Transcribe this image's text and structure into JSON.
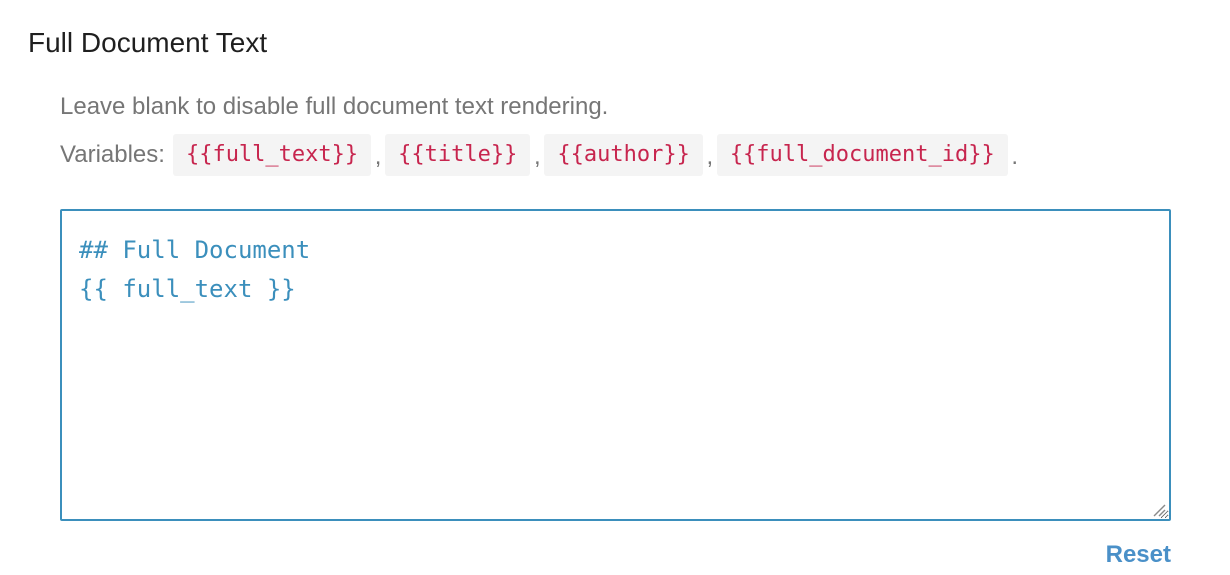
{
  "section": {
    "title": "Full Document Text",
    "help_text": "Leave blank to disable full document text rendering."
  },
  "variables": {
    "label": "Variables:",
    "items": [
      "{{full_text}}",
      "{{title}}",
      "{{author}}",
      "{{full_document_id}}"
    ],
    "separator": ",",
    "terminator": "."
  },
  "editor": {
    "value": "## Full Document\n{{ full_text }}"
  },
  "actions": {
    "reset_label": "Reset"
  },
  "colors": {
    "accent": "#3b8fbc",
    "link": "#4a90c8",
    "code": "#c7254e",
    "code_bg": "#f4f4f4",
    "muted": "#767676"
  }
}
